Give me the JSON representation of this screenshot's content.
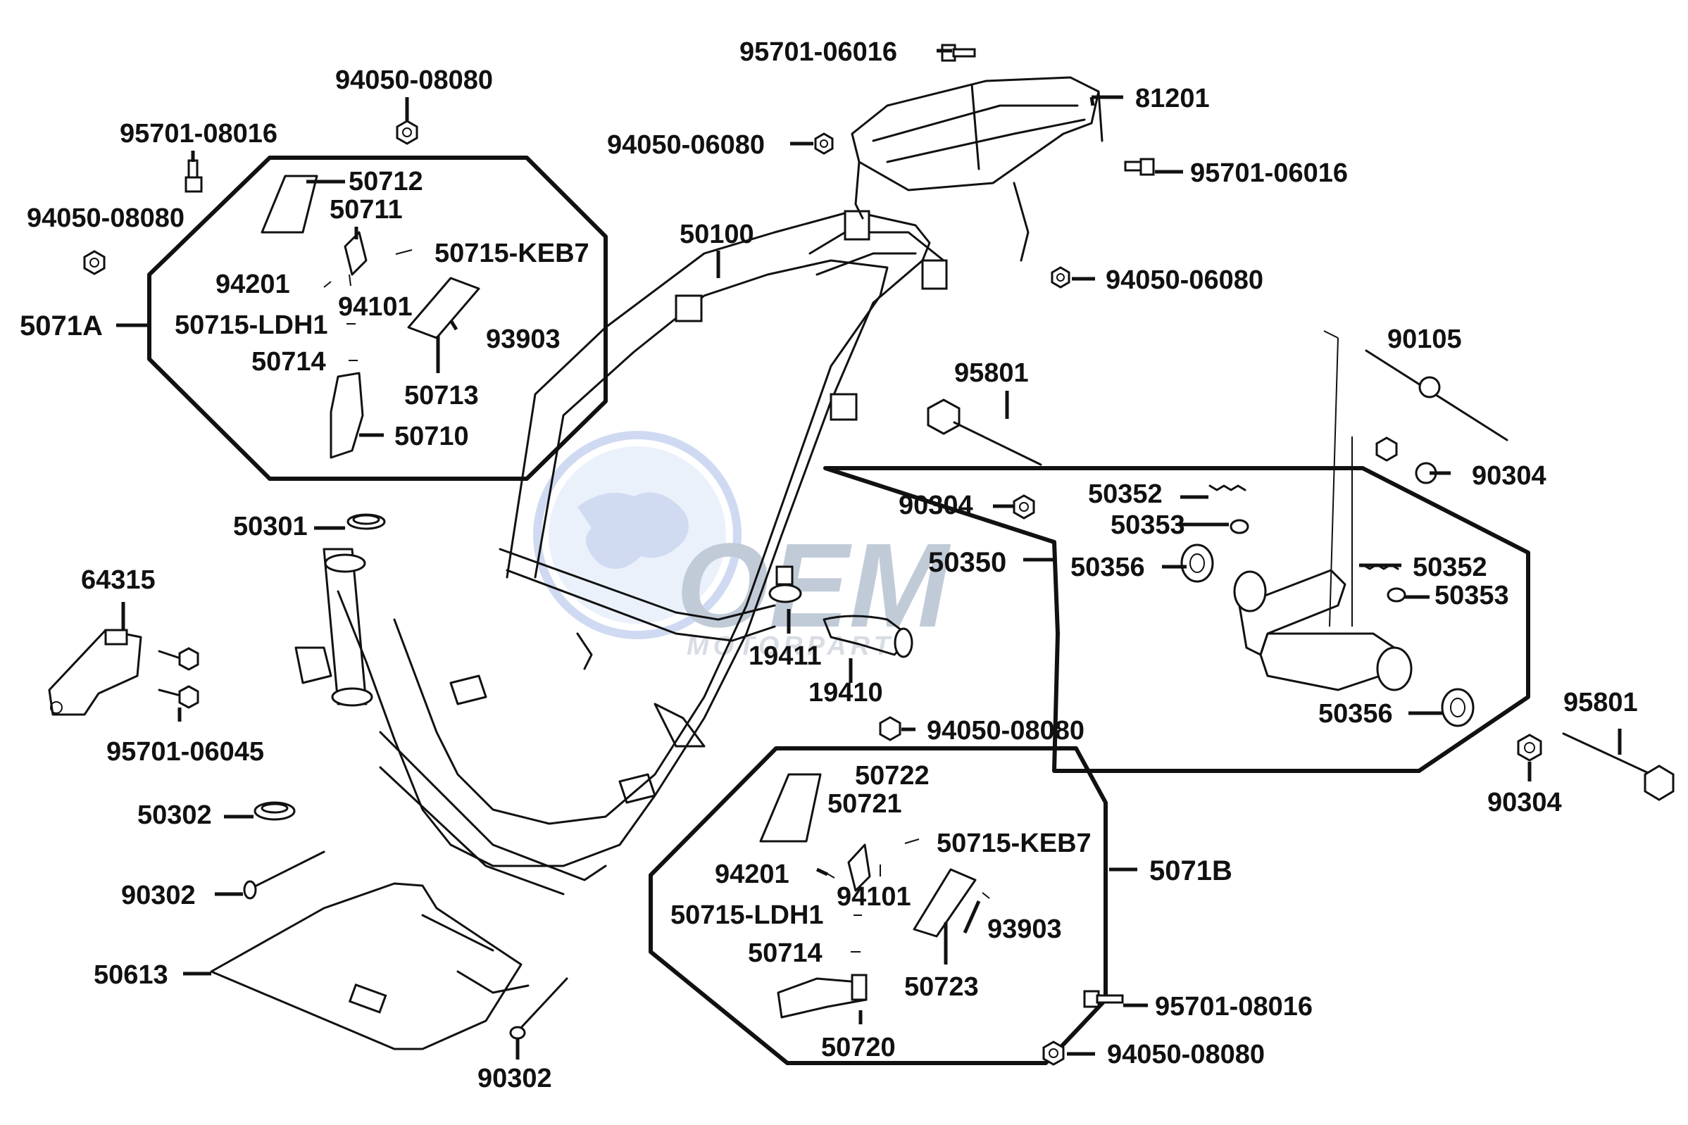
{
  "watermark": {
    "brand": "OEM",
    "subtitle": "MOTORPARTS",
    "color": "#5b7fd6"
  },
  "labels": {
    "p95701_06016_top": "95701-06016",
    "p81201": "81201",
    "p94050_06080_a": "94050-06080",
    "p95701_06016_b": "95701-06016",
    "p94050_06080_b": "94050-06080",
    "p94050_08080_top": "94050-08080",
    "p95701_08016_left": "95701-08016",
    "p94050_08080_left": "94050-08080",
    "p50100": "50100",
    "p50712": "50712",
    "p50711": "50711",
    "p50715_keb7_a": "50715-KEB7",
    "p94201_a": "94201",
    "p94101_a": "94101",
    "p5071A": "5071A",
    "p50715_ldh1_a": "50715-LDH1",
    "p93903_a": "93903",
    "p50714_a": "50714",
    "p50713": "50713",
    "p50710": "50710",
    "p90105": "90105",
    "p95801_a": "95801",
    "p90304_a": "90304",
    "p90304_b": "90304",
    "p50352_a": "50352",
    "p50353_a": "50353",
    "p50350": "50350",
    "p50356_a": "50356",
    "p50352_b": "50352",
    "p50353_b": "50353",
    "p50356_b": "50356",
    "p50301": "50301",
    "p64315": "64315",
    "p19411": "19411",
    "p19410": "19410",
    "p95701_06045": "95701-06045",
    "p94050_08080_mid": "94050-08080",
    "p95801_b": "95801",
    "p90304_c": "90304",
    "p50302": "50302",
    "p50722": "50722",
    "p50721": "50721",
    "p50715_keb7_b": "50715-KEB7",
    "p5071B": "5071B",
    "p94201_b": "94201",
    "p94101_b": "94101",
    "p90302_a": "90302",
    "p50715_ldh1_b": "50715-LDH1",
    "p93903_b": "93903",
    "p50714_b": "50714",
    "p50613": "50613",
    "p50723": "50723",
    "p95701_08016_b": "95701-08016",
    "p50720": "50720",
    "p94050_08080_b": "94050-08080",
    "p90302_b": "90302"
  }
}
